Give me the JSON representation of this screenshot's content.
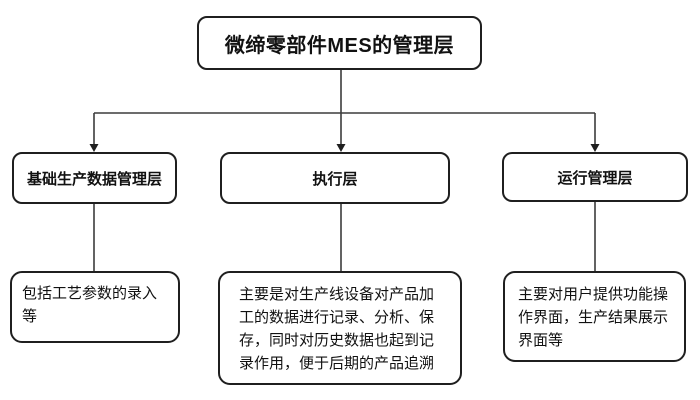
{
  "diagram": {
    "title": "微缔零部件MES的管理层",
    "layers": [
      {
        "label": "基础生产数据管理层",
        "description": "包括工艺参数的录入等"
      },
      {
        "label": "执行层",
        "description": "主要是对生产线设备对产品加工的数据进行记录、分析、保存，同时对历史数据也起到记录作用，便于后期的产品追溯"
      },
      {
        "label": "运行管理层",
        "description": "主要对用户提供功能操作界面，生产结果展示界面等"
      }
    ],
    "colors": {
      "border": "#1f1f1f",
      "line": "#3c3c3c",
      "background": "#ffffff",
      "text": "#111111"
    }
  }
}
